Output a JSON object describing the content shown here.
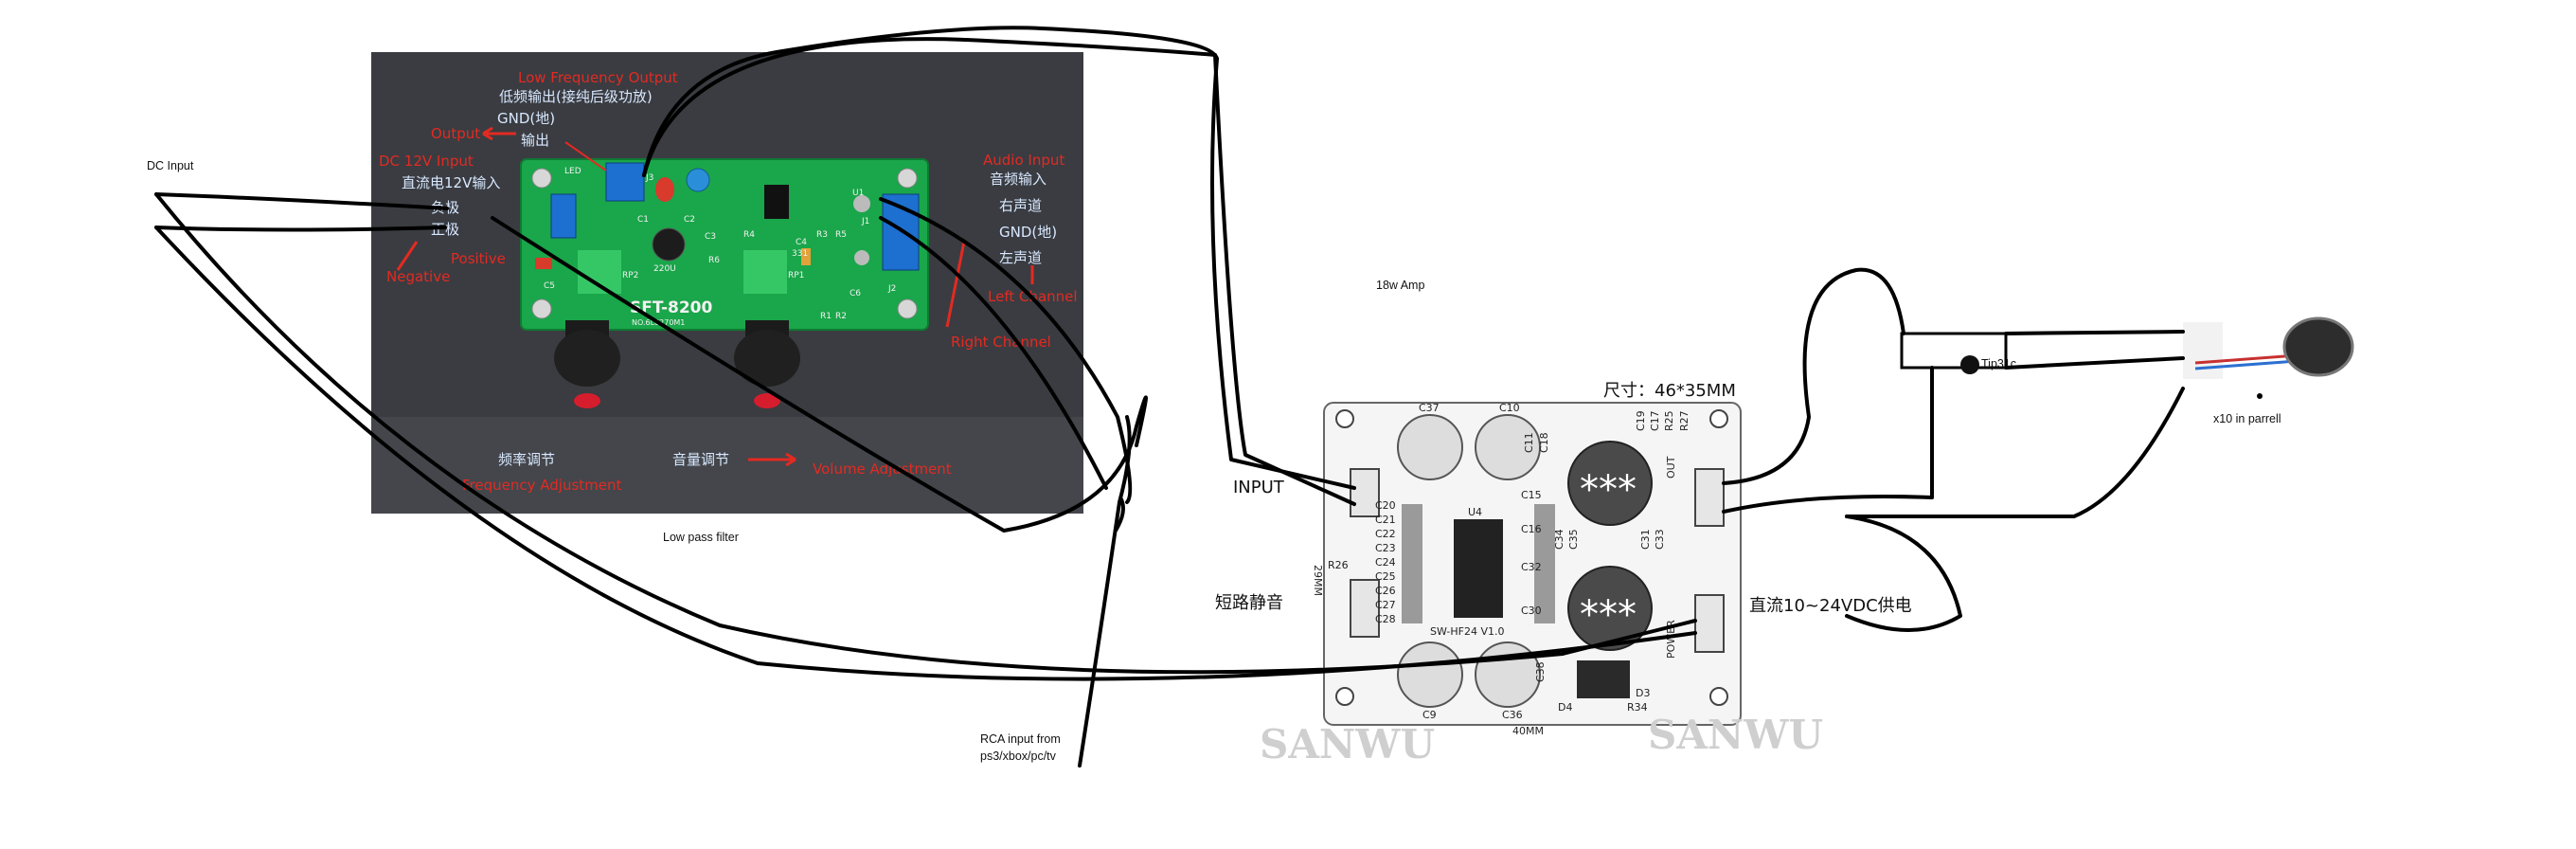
{
  "labels": {
    "dc_input": "DC Input",
    "low_pass_filter": "Low pass filter",
    "amp_18w": "18w Amp",
    "rca_line1": "RCA input from",
    "rca_line2": "ps3/xbox/pc/tv",
    "tip31c": "Tip31c",
    "motors": "x10 in parrell"
  },
  "filter_board": {
    "low_freq_output": "Low Frequency Output",
    "low_freq_output_cn": "低频输出(接纯后级功放)",
    "gnd_cn": "GND(地)",
    "output_en": "Output",
    "output_cn": "输出",
    "dc12v_input": "DC 12V Input",
    "dc12v_cn": "直流电12V输入",
    "negative_cn": "负极",
    "positive_cn": "正极",
    "positive_en": "Positive",
    "negative_en": "Negative",
    "audio_input": "Audio Input",
    "audio_input_cn": "音频输入",
    "right_ch_cn": "右声道",
    "gnd2_cn": "GND(地)",
    "left_ch_cn": "左声道",
    "left_channel": "Left Channel",
    "right_channel": "Right Channel",
    "freq_adj_cn": "频率调节",
    "freq_adj": "Frequency Adjustment",
    "vol_adj_cn": "音量调节",
    "vol_adj": "Volume Adjustment",
    "model": "SFT-8200",
    "model_no": "NO.6L6270M1",
    "pcb_marks": [
      "LED",
      "J3",
      "C1",
      "C2",
      "220U",
      "R6",
      "R4",
      "R5",
      "R3",
      "U1",
      "C4",
      "331",
      "J2",
      "RP2",
      "RP1",
      "R1",
      "R2",
      "C5",
      "C6",
      "C3",
      "J1"
    ]
  },
  "amp_board": {
    "size": "尺寸：46*35MM",
    "input": "INPUT",
    "mute_cn": "短路静音",
    "dc_supply_cn": "直流10~24VDC供电",
    "width_mm": "40MM",
    "height_mm": "29MM",
    "model": "SW-HF24 V1.0",
    "ic": "U4",
    "watermark": "SANWU",
    "comp_labels": [
      "C37",
      "C10",
      "C20",
      "C21",
      "C22",
      "C23",
      "C24",
      "C25",
      "C26",
      "C27",
      "C28",
      "R26",
      "C15",
      "C16",
      "C32",
      "C30",
      "C11",
      "C18",
      "C38",
      "C9",
      "C36",
      "D3",
      "D4",
      "R34",
      "C34",
      "C35",
      "C33",
      "C31",
      "C17",
      "C19",
      "R25",
      "R27"
    ],
    "out_label": "OUT",
    "power_label": "POWER",
    "inductor_mark": "***"
  },
  "colors": {
    "pcb_green": "#1aa64a",
    "photo_bg": "#3b3d42",
    "annotation_red": "#e32a22",
    "wire": "#000000"
  }
}
